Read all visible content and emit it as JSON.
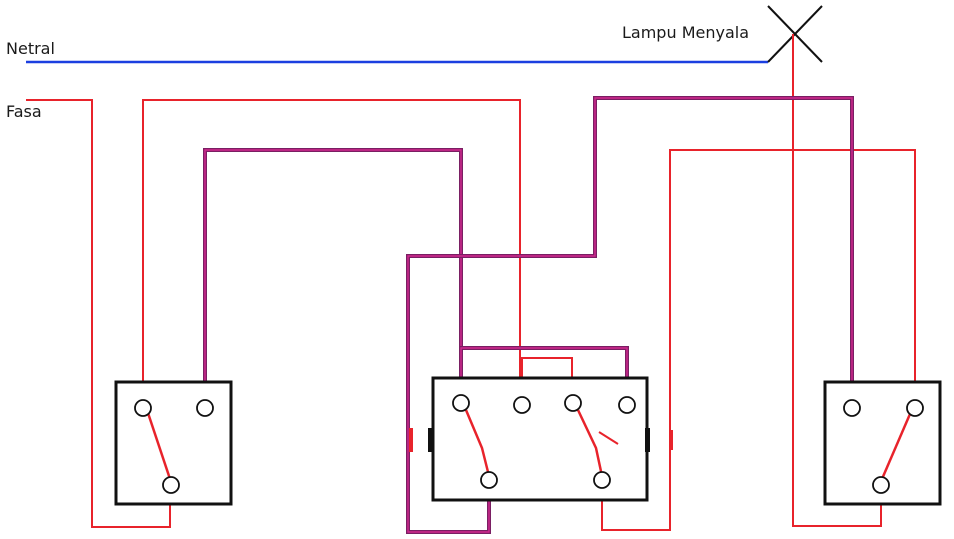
{
  "labels": {
    "netral": "Netral",
    "fasa": "Fasa",
    "lamp": "Lampu Menyala"
  },
  "colors": {
    "neutral_wire": "#1b3fe0",
    "phase_wire": "#e8232b",
    "traveler_wire": "#7a1f63",
    "outline": "#111111"
  }
}
